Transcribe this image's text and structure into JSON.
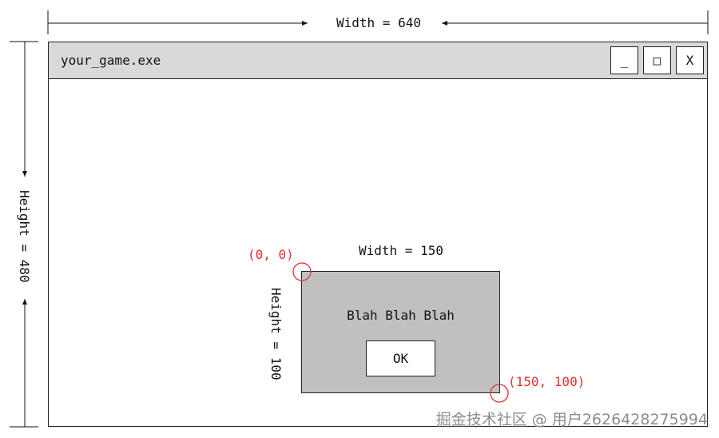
{
  "outer": {
    "width_label": "Width = 640",
    "height_label": "Height = 480"
  },
  "window": {
    "title": "your_game.exe",
    "buttons": {
      "minimize": "_",
      "maximize": "□",
      "close": "X"
    }
  },
  "dialog": {
    "width_label": "Width = 150",
    "height_label": "Height = 100",
    "message": "Blah Blah Blah",
    "ok_label": "OK",
    "origin_label": "(0, 0)",
    "corner_label": "(150, 100)"
  },
  "watermark": "掘金技术社区 @ 用户2626428275994",
  "colors": {
    "titlebar": "#d9d9d9",
    "dialog": "#c0c0c0",
    "annotation_red": "#e03030"
  }
}
